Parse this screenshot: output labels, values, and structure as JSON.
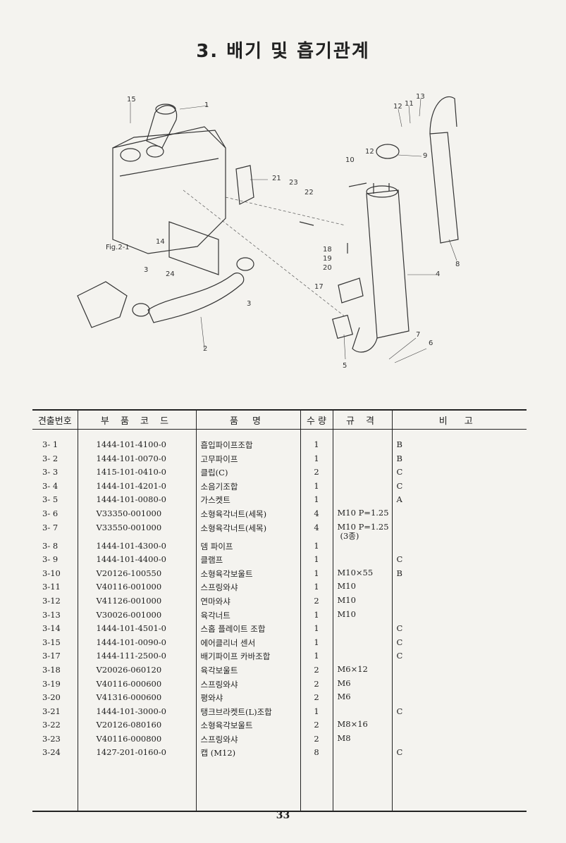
{
  "title": "3. 배기 및 흡기관계",
  "diagram": {
    "fig_ref": "Fig.2-1",
    "callouts": [
      "15",
      "1",
      "13",
      "12",
      "11",
      "12",
      "9",
      "10",
      "21",
      "23",
      "22",
      "14",
      "24",
      "3",
      "3",
      "2",
      "18",
      "19",
      "20",
      "17",
      "4",
      "8",
      "5",
      "7",
      "6"
    ]
  },
  "table": {
    "headers": [
      "견출번호",
      "부 품 코 드",
      "품 명",
      "수 량",
      "규 격",
      "비 고"
    ],
    "rows": [
      {
        "no": "3- 1",
        "code": "1444-101-4100-0",
        "name": "흡입파이프조합",
        "qty": "1",
        "spec": "",
        "spec2": "",
        "note": "B"
      },
      {
        "no": "3- 2",
        "code": "1444-101-0070-0",
        "name": "고무파이프",
        "qty": "1",
        "spec": "",
        "spec2": "",
        "note": "B"
      },
      {
        "no": "3- 3",
        "code": "1415-101-0410-0",
        "name": "클립(C)",
        "qty": "2",
        "spec": "",
        "spec2": "",
        "note": "C"
      },
      {
        "no": "3- 4",
        "code": "1444-101-4201-0",
        "name": "소음기조합",
        "qty": "1",
        "spec": "",
        "spec2": "",
        "note": "C"
      },
      {
        "no": "3- 5",
        "code": "1444-101-0080-0",
        "name": "가스켓트",
        "qty": "1",
        "spec": "",
        "spec2": "",
        "note": "A"
      },
      {
        "no": "3- 6",
        "code": "V33350-001000",
        "name": "소형육각너트(세목)",
        "qty": "4",
        "spec": "M10 P=1.25",
        "spec2": "",
        "note": ""
      },
      {
        "no": "3- 7",
        "code": "V33550-001000",
        "name": "소형육각너트(세목)",
        "qty": "4",
        "spec": "M10 P=1.25",
        "spec2": "(3종)",
        "note": ""
      },
      {
        "no": "3- 8",
        "code": "1444-101-4300-0",
        "name": "뎀 파이프",
        "qty": "1",
        "spec": "",
        "spec2": "",
        "note": ""
      },
      {
        "no": "3- 9",
        "code": "1444-101-4400-0",
        "name": "클램프",
        "qty": "1",
        "spec": "",
        "spec2": "",
        "note": "C"
      },
      {
        "no": "3-10",
        "code": "V20126-100550",
        "name": "소형육각보울트",
        "qty": "1",
        "spec": "M10×55",
        "spec2": "",
        "note": "B"
      },
      {
        "no": "3-11",
        "code": "V40116-001000",
        "name": "스프링와샤",
        "qty": "1",
        "spec": "M10",
        "spec2": "",
        "note": ""
      },
      {
        "no": "3-12",
        "code": "V41126-001000",
        "name": "연마와샤",
        "qty": "2",
        "spec": "M10",
        "spec2": "",
        "note": ""
      },
      {
        "no": "3-13",
        "code": "V30026-001000",
        "name": "육각너트",
        "qty": "1",
        "spec": "M10",
        "spec2": "",
        "note": ""
      },
      {
        "no": "3-14",
        "code": "1444-101-4501-0",
        "name": "스홉 플레이트 조합",
        "qty": "1",
        "spec": "",
        "spec2": "",
        "note": "C"
      },
      {
        "no": "3-15",
        "code": "1444-101-0090-0",
        "name": "에어클리너 센서",
        "qty": "1",
        "spec": "",
        "spec2": "",
        "note": "C"
      },
      {
        "no": "3-17",
        "code": "1444-111-2500-0",
        "name": "배기파이프 카바조합",
        "qty": "1",
        "spec": "",
        "spec2": "",
        "note": "C"
      },
      {
        "no": "3-18",
        "code": "V20026-060120",
        "name": "육각보울트",
        "qty": "2",
        "spec": "M6×12",
        "spec2": "",
        "note": ""
      },
      {
        "no": "3-19",
        "code": "V40116-000600",
        "name": "스프링와샤",
        "qty": "2",
        "spec": "M6",
        "spec2": "",
        "note": ""
      },
      {
        "no": "3-20",
        "code": "V41316-000600",
        "name": "평와샤",
        "qty": "2",
        "spec": "M6",
        "spec2": "",
        "note": ""
      },
      {
        "no": "3-21",
        "code": "1444-101-3000-0",
        "name": "탱크브라켓트(L)조합",
        "qty": "1",
        "spec": "",
        "spec2": "",
        "note": "C"
      },
      {
        "no": "3-22",
        "code": "V20126-080160",
        "name": "소형육각보울트",
        "qty": "2",
        "spec": "M8×16",
        "spec2": "",
        "note": ""
      },
      {
        "no": "3-23",
        "code": "V40116-000800",
        "name": "스프링와샤",
        "qty": "2",
        "spec": "M8",
        "spec2": "",
        "note": ""
      },
      {
        "no": "3-24",
        "code": "1427-201-0160-0",
        "name": "캡 (M12)",
        "qty": "8",
        "spec": "",
        "spec2": "",
        "note": "C"
      }
    ]
  },
  "page_number": "33"
}
